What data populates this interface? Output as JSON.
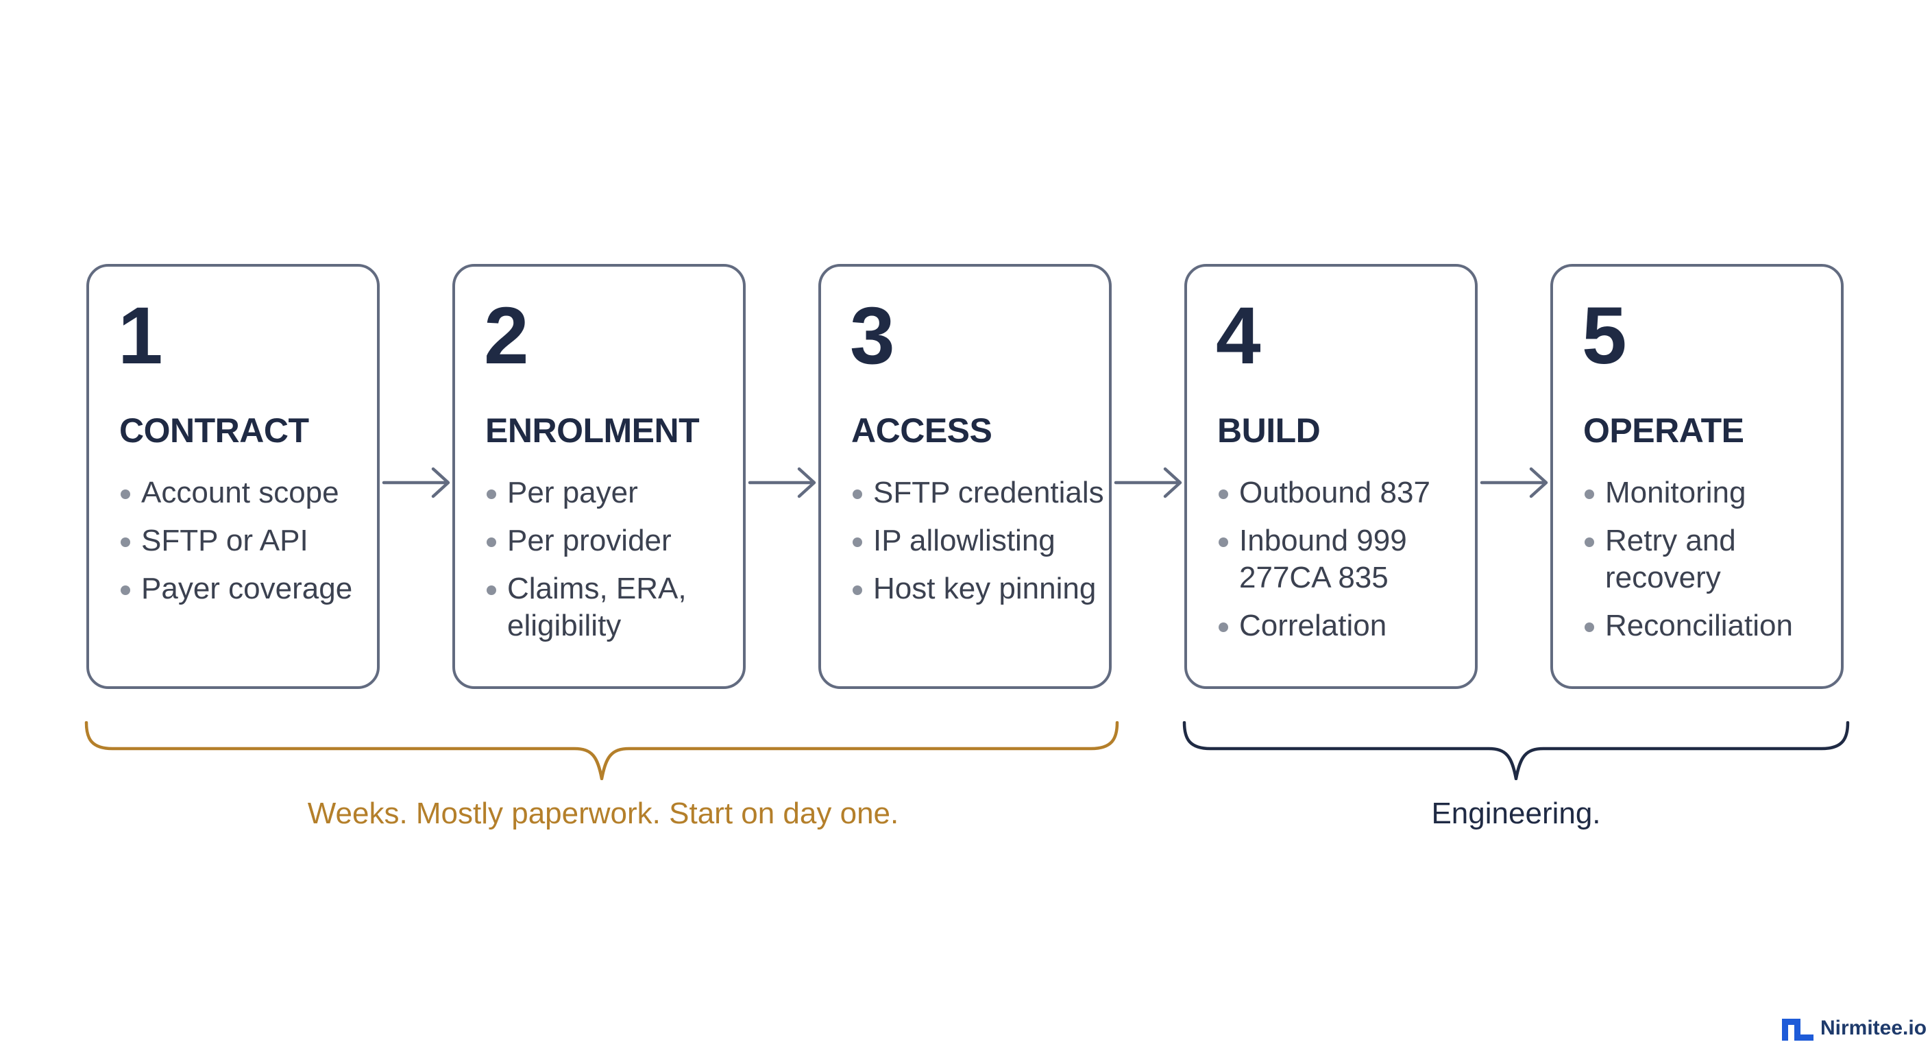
{
  "steps": [
    {
      "number": "1",
      "title": "CONTRACT",
      "items": [
        "Account scope",
        "SFTP or API",
        "Payer coverage"
      ]
    },
    {
      "number": "2",
      "title": "ENROLMENT",
      "items": [
        "Per payer",
        "Per provider",
        "Claims, ERA,\neligibility"
      ]
    },
    {
      "number": "3",
      "title": "ACCESS",
      "items": [
        "SFTP credentials",
        "IP allowlisting",
        "Host key pinning"
      ]
    },
    {
      "number": "4",
      "title": "BUILD",
      "items": [
        "Outbound 837",
        "Inbound 999\n277CA 835",
        "Correlation"
      ]
    },
    {
      "number": "5",
      "title": "OPERATE",
      "items": [
        "Monitoring",
        "Retry and\nrecovery",
        "Reconciliation"
      ]
    }
  ],
  "phases": [
    {
      "label": "Weeks. Mostly paperwork. Start on day one.",
      "color": "#b47f2a"
    },
    {
      "label": "Engineering.",
      "color": "#1f2a44"
    }
  ],
  "brand": {
    "name": "Nirmitee.io",
    "color": "#1e5bd8"
  },
  "colors": {
    "box_border": "#626b80",
    "heading": "#1f2a44",
    "body_text": "#3b4150",
    "arrow": "#626b80"
  }
}
